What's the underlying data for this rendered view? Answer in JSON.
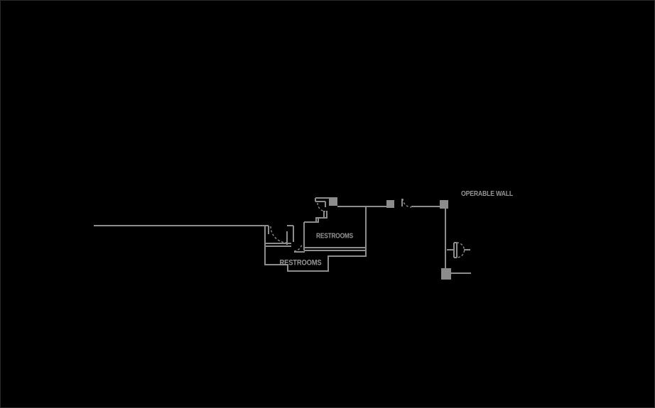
{
  "theme": {
    "bg": "#000000",
    "border": "#2b2b2b",
    "line": "#8c8c8c",
    "text": "#969696"
  },
  "diagram": {
    "type": "architectural-floor-plan-fragment",
    "labels": {
      "restrooms_upper": "RESTROOMS",
      "restrooms_lower": "RESTROOMS",
      "operable_wall": "OPERABLE WALL"
    }
  }
}
